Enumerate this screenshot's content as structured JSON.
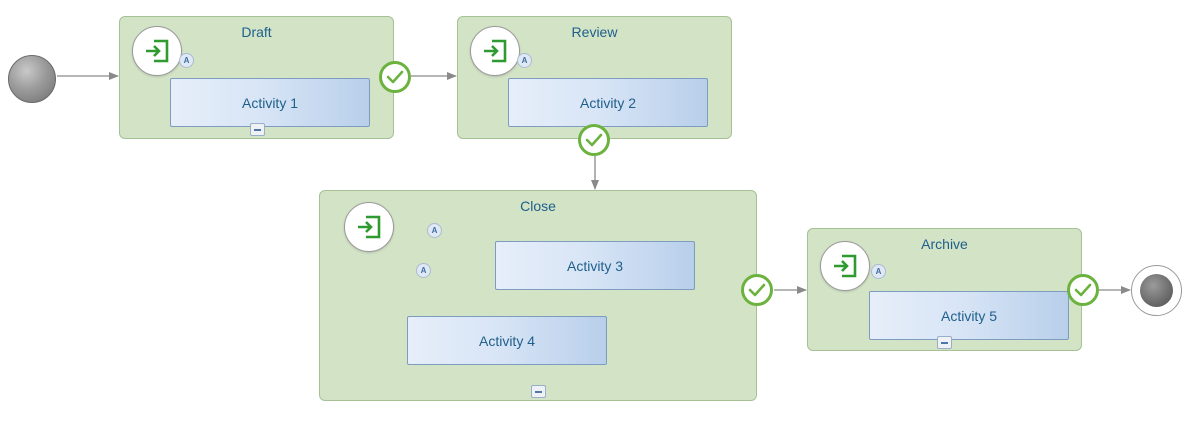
{
  "workflow": {
    "stages": [
      {
        "id": "draft",
        "title": "Draft",
        "activities": [
          "Activity 1"
        ]
      },
      {
        "id": "review",
        "title": "Review",
        "activities": [
          "Activity 2"
        ]
      },
      {
        "id": "close",
        "title": "Close",
        "activities": [
          "Activity 3",
          "Activity 4"
        ]
      },
      {
        "id": "archive",
        "title": "Archive",
        "activities": [
          "Activity 5"
        ]
      }
    ],
    "transition_badge_text": "A"
  },
  "colors": {
    "stage_fill": "#d2e3c6",
    "stage_border": "#a6c295",
    "activity_border": "#7e9cbf",
    "text_blue": "#1f5f8b",
    "check_green": "#6cb23e",
    "entry_icon_green": "#2f9a2f",
    "connector_gray": "#8a8a8a"
  },
  "icons": {
    "entry": "sign-in-icon",
    "stage_complete": "checkmark-icon",
    "collapse": "collapse-icon",
    "start": "start-node-icon",
    "end": "end-node-icon"
  }
}
